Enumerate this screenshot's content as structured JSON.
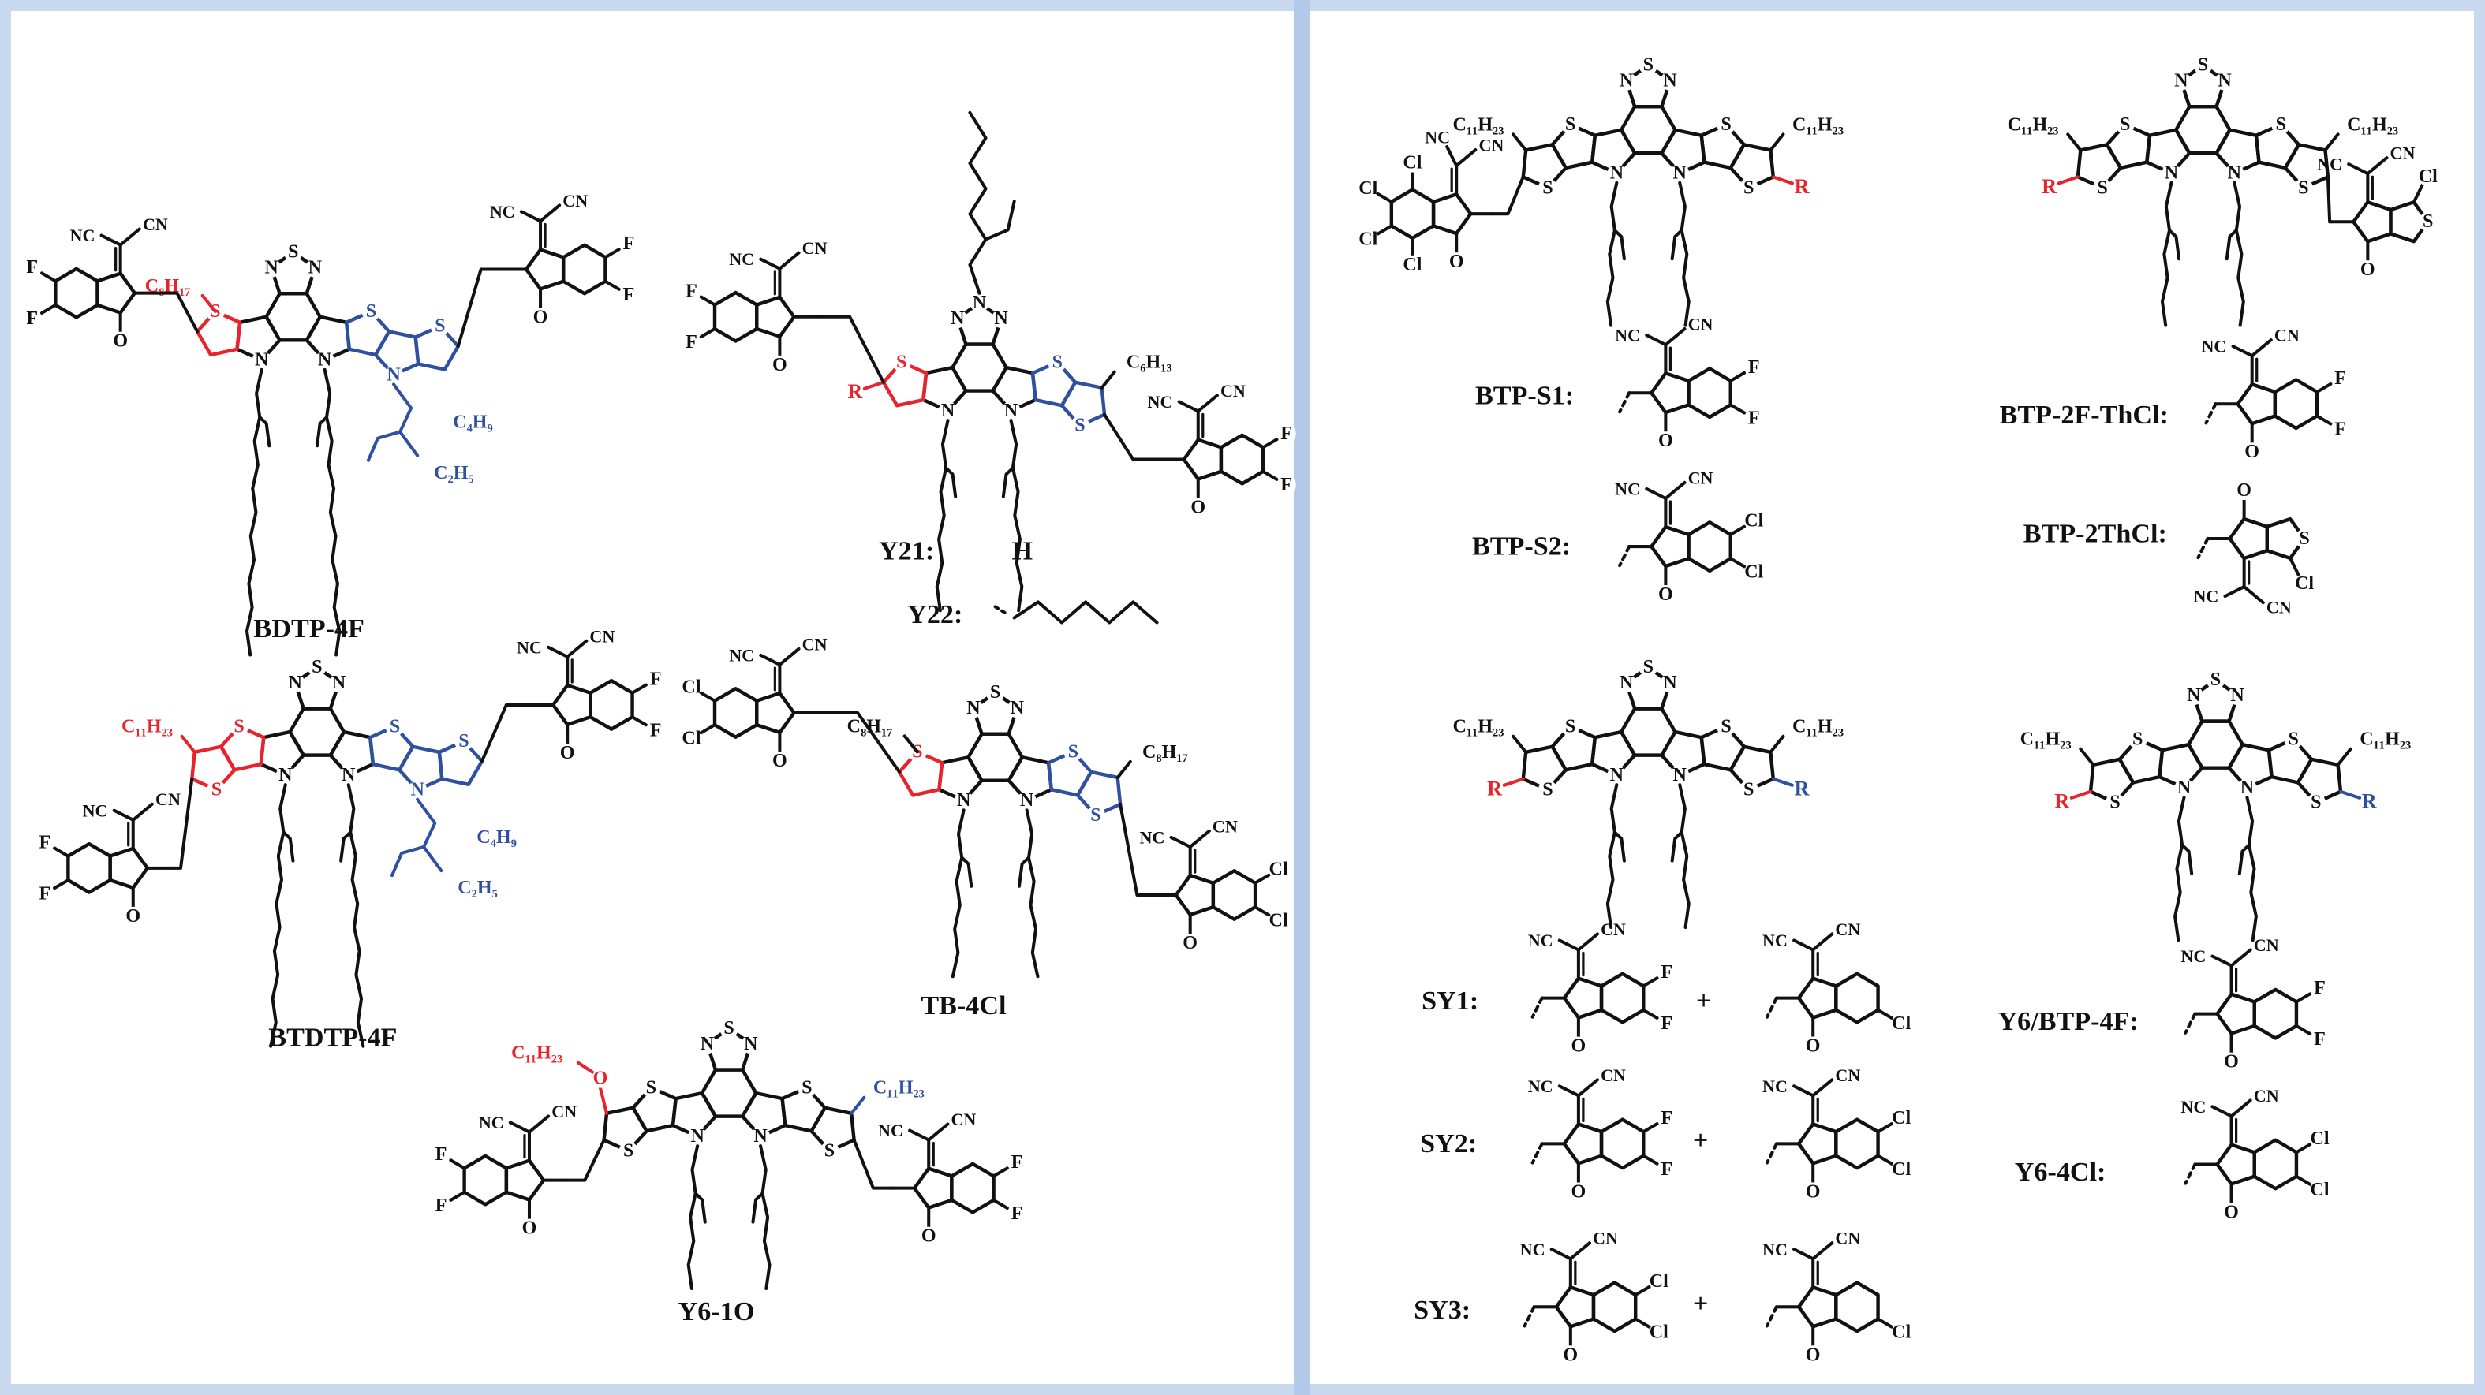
{
  "labels": {
    "bdtp4f": "BDTP-4F",
    "y21": "Y21:",
    "y21_r": "H",
    "y22": "Y22:",
    "btdtp4f": "BTDTP-4F",
    "tb4cl": "TB-4Cl",
    "y61o": "Y6-1O",
    "btps1": "BTP-S1:",
    "btps2": "BTP-S2:",
    "btp2fthcl": "BTP-2F-ThCl:",
    "btp2thcl": "BTP-2ThCl:",
    "sy1": "SY1:",
    "sy2": "SY2:",
    "sy3": "SY3:",
    "y6btp4f": "Y6/BTP-4F:",
    "y64cl": "Y6-4Cl:",
    "plus": "+"
  },
  "substituents": {
    "c8h17": "C₈H₁₇",
    "c4h9": "C₄H₉",
    "c2h5": "C₂H₅",
    "c6h13": "C₆H₁₃",
    "c11h23": "C₁₁H₂₃",
    "r": "R"
  },
  "atoms": {
    "S": "S",
    "N": "N",
    "O": "O",
    "F": "F",
    "Cl": "Cl",
    "NC": "NC",
    "CN": "CN"
  },
  "colors": {
    "ink": "#111111",
    "red": "#e8232b",
    "blue": "#2f4f9f",
    "frame": "#c8d8ef",
    "divider": "#b3c9ea"
  }
}
